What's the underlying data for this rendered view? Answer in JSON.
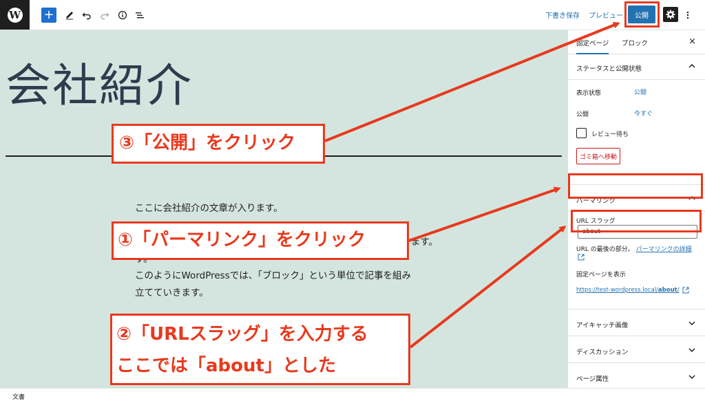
{
  "toolbar": {
    "draft_label": "下書き保存",
    "preview_label": "プレビュー",
    "publish_label": "公開"
  },
  "editor": {
    "title": "会社紹介",
    "paragraph_lines": [
      "ここに会社紹介の文章が入ります。",
      "ます。",
      "す。",
      "このようにWordPressでは、「ブロック」という単位で記事を組み",
      "立てていきます。"
    ]
  },
  "sidebar": {
    "tab_page": "固定ページ",
    "tab_block": "ブロック",
    "close_label": "×",
    "status_panel": {
      "title": "ステータスと公開状態",
      "visibility_label": "表示状態",
      "visibility_value": "公開",
      "publish_label": "公開",
      "publish_value": "今すぐ",
      "pending_label": "レビュー待ち",
      "trash_label": "ゴミ箱へ移動"
    },
    "permalink_panel": {
      "title": "パーマリンク",
      "slug_label": "URL スラッグ",
      "slug_value": "about",
      "help_text": "URL の最後の部分。",
      "help_link": "パーマリンクの詳細",
      "view_label": "固定ページを表示",
      "url_prefix": "https://test-wordpress.local/",
      "url_slug": "about",
      "url_suffix": "/"
    },
    "featured_image_title": "アイキャッチ画像",
    "discussion_title": "ディスカッション",
    "page_attributes_title": "ページ属性"
  },
  "statusbar": {
    "label": "文書"
  },
  "annotations": {
    "step3": "③「公開」をクリック",
    "step1": "①「パーマリンク」をクリック",
    "step2_line1": "②「URLスラッグ」を入力する",
    "step2_line2": "ここでは「about」とした",
    "accent_color": "#e8391d"
  }
}
